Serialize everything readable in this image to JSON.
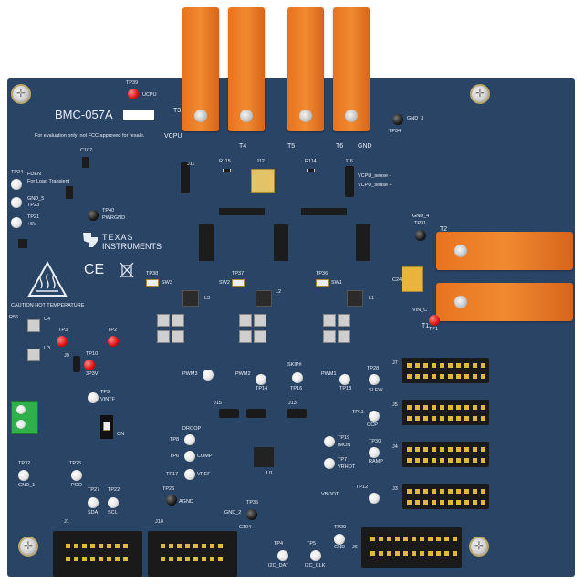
{
  "board": {
    "title": "BMC-057A",
    "notice": "For evaluation only; not FCC approved for resale.",
    "brand_line1": "TEXAS",
    "brand_line2": "INSTRUMENTS",
    "ce_mark": "CE",
    "caution": "CAUTION HOT TEMPERATURE",
    "for_load_transient": "For Load Transient",
    "on_label": "ON"
  },
  "terminals_top": [
    {
      "id": "T3",
      "label": "VCPU"
    },
    {
      "id": "T4",
      "label": "T4"
    },
    {
      "id": "T5",
      "label": "T5"
    },
    {
      "id": "T6",
      "label": "T6"
    },
    {
      "id": "GND",
      "label": "GND"
    }
  ],
  "terminals_right": [
    {
      "id": "T2",
      "label": "T2"
    },
    {
      "id": "T1",
      "label": "T1"
    }
  ],
  "testpoints": {
    "tp39": "TP39",
    "ucpu": "UCPU",
    "tp34": "TP34",
    "gnd3": "GND_3",
    "tp24": "TP24",
    "fden": "FDEN",
    "tp23": "TP23",
    "gnd5": "GND_5",
    "tp21": "TP21",
    "v5": "+5V",
    "tp40": "TP40",
    "pwrgnd": "PWRGND",
    "tp31": "TP31",
    "gnd4": "GND_4",
    "tp3": "TP3",
    "tp2": "TP2",
    "tp10": "TP10",
    "v3p3": "3P3V",
    "tp9": "TP9",
    "vintf": "VINTF",
    "tp38": "TP38",
    "tp37": "TP37",
    "tp36": "TP36",
    "pwm3": "PWM3",
    "pwm2": "PWM2",
    "tp14": "TP14",
    "tp16": "TP16",
    "skip": "SKIP#",
    "pwm1": "PWM1",
    "tp18": "TP18",
    "tp28": "TP28",
    "slew": "SLEW",
    "tp11": "TP11",
    "ocp": "OCP",
    "tp8": "TP8",
    "droop": "DROOP",
    "tp6": "TP6",
    "comp": "COMP",
    "tp17": "TP17",
    "vref": "VREF",
    "tp19": "TP19",
    "imon": "IMON",
    "tp7": "TP7",
    "vrhot": "VRHOT",
    "tp30": "TP30",
    "ramp": "RAMP",
    "tp12": "TP12",
    "vboot": "VBOOT",
    "tp32": "TP32",
    "gnd1": "GND_1",
    "tp25": "TP25",
    "pgd": "PGD",
    "tp27": "TP27",
    "sda": "SDA",
    "tp22": "TP22",
    "scl": "SCL",
    "tp26": "TP26",
    "agnd": "AGND",
    "tp35": "TP35",
    "gnd2": "GND_2",
    "tp4": "TP4",
    "i2cdat": "I2C_DAT",
    "tp5": "TP5",
    "i2cclk": "I2C_CLK",
    "tp29": "TP29",
    "gnd": "GND",
    "vinc": "VIN_C",
    "tp1": "TP1"
  },
  "refdes": {
    "j1": "J1",
    "j10": "J10",
    "j11": "J11",
    "j12": "J12",
    "j16": "J16",
    "j13": "J13",
    "j15": "J15",
    "j7": "J7",
    "j5": "J5",
    "j4": "J4",
    "j3": "J3",
    "j6": "J6",
    "j9": "J9",
    "u1": "U1",
    "u3": "U3",
    "u4": "U4",
    "l1": "L1",
    "l2": "L2",
    "l3": "L3",
    "sw1": "SW1",
    "sw2": "SW2",
    "sw3": "SW3",
    "r115": "R115",
    "r114": "R114",
    "r56": "R56",
    "c107": "C107",
    "c104": "C104",
    "c24": "C24",
    "vcpu_sense_neg": "VCPU_sense -",
    "vcpu_sense_pos": "VCPU_sense +"
  },
  "colors": {
    "pcb": "#2a4466",
    "terminal": "#ec7d27",
    "silkscreen": "#e8eef6",
    "testpoint_red": "#e01818"
  }
}
